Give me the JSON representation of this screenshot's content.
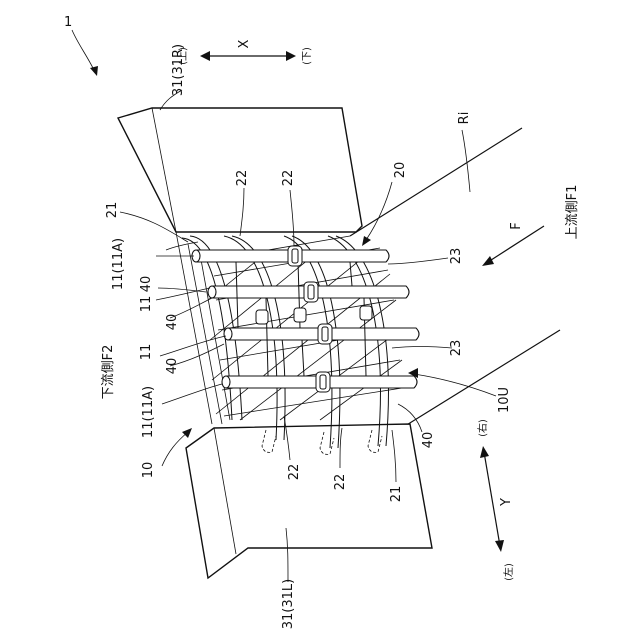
{
  "figure_number": "1",
  "labels": {
    "block_right": "31(31R)",
    "block_left": "31(31L)",
    "dir_x": "X",
    "dir_x_up": "(上)",
    "dir_x_down": "(下)",
    "dir_y": "Y",
    "dir_y_right": "(右)",
    "dir_y_left": "(左)",
    "ri": "Ri",
    "f": "F",
    "upstream": "上流側F1",
    "downstream": "下流側F2",
    "n20": "20",
    "n21_top": "21",
    "n21_bottom": "21",
    "n22_a": "22",
    "n22_b": "22",
    "n22_c": "22",
    "n22_d": "22",
    "n23_a": "23",
    "n23_b": "23",
    "n11a_top": "11(11A)",
    "n11a_bottom": "11(11A)",
    "n11_a": "11",
    "n11_b": "11",
    "n40_a": "40",
    "n40_b": "40",
    "n40_c": "40",
    "n40_d": "40",
    "n10u": "10U",
    "n10": "10"
  }
}
